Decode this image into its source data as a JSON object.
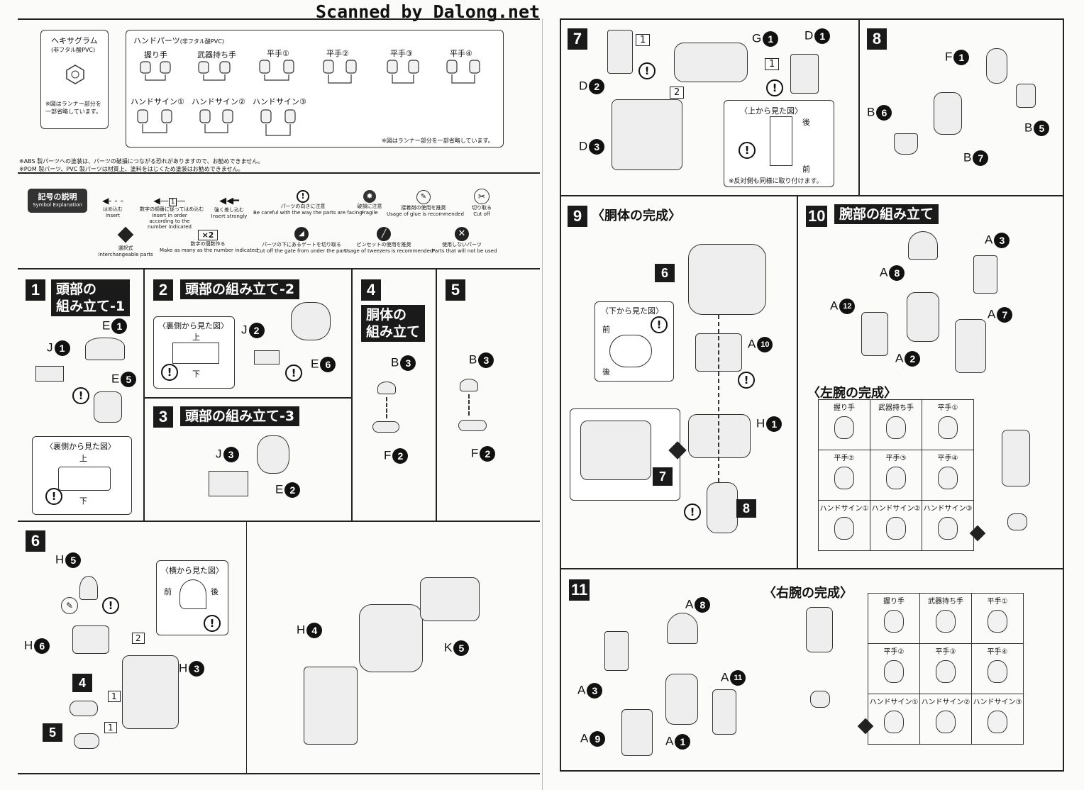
{
  "header": {
    "watermark": "Scanned by Dalong.net"
  },
  "hexagram": {
    "title": "ヘキサグラム",
    "material": "(非フタル酸PVC)",
    "note": "※図はランナー部分を一部省略しています。"
  },
  "hand_parts": {
    "title": "ハンドパーツ",
    "material": "(非フタル酸PVC)",
    "row1": [
      "握り手",
      "武器持ち手",
      "平手①",
      "平手②",
      "平手③",
      "平手④"
    ],
    "row2": [
      "ハンドサイン①",
      "ハンドサイン②",
      "ハンドサイン③"
    ],
    "note": "※図はランナー部分を一部省略しています。"
  },
  "cautions": [
    "※ABS 製パーツへの塗装は、パーツの破損につながる恐れがありますので、お勧めできません。",
    "※POM 製パーツ、PVC 製パーツは材質上、塗料をはじくため塗装はお勧めできません。"
  ],
  "symbols": {
    "badge_jp": "記号の説明",
    "badge_en": "Symbol Explanation",
    "row1": [
      {
        "jp": "はめ込む",
        "en": "Insert"
      },
      {
        "jp": "数字の順番に従ってはめ込む",
        "en": "Insert in order according to the number indicated"
      },
      {
        "jp": "強く差し込む",
        "en": "Insert strongly"
      },
      {
        "jp": "パーツの向きに注意",
        "en": "Be careful with the way the parts are facing"
      },
      {
        "jp": "破損に注意",
        "en": "Fragile"
      },
      {
        "jp": "接着剤の使用を推奨",
        "en": "Usage of glue is recommended"
      },
      {
        "jp": "切り取る",
        "en": "Cut off"
      }
    ],
    "row2": [
      {
        "jp": "選択式",
        "en": "Interchangeable parts"
      },
      {
        "jp": "数字の個数作る",
        "en": "Make as many as the number indicated",
        "mark": "×2"
      },
      {
        "jp": "パーツの下にあるゲートを切り取る",
        "en": "Cut off the gate from under the part"
      },
      {
        "jp": "ピンセットの使用を推奨",
        "en": "Usage of tweezers is recommended"
      },
      {
        "jp": "使用しないパーツ",
        "en": "Parts that will not be used"
      }
    ]
  },
  "steps": {
    "s1": {
      "num": "1",
      "title": "頭部の\n組み立て-1",
      "labels": [
        "E",
        "J",
        "E"
      ],
      "nums": [
        "1",
        "1",
        "5"
      ],
      "view": "〈裏側から見た図〉",
      "up": "上",
      "down": "下"
    },
    "s2": {
      "num": "2",
      "title": "頭部の組み立て-2",
      "view": "〈裏側から見た図〉",
      "up": "上",
      "down": "下",
      "labels": [
        "J",
        "E"
      ],
      "nums": [
        "2",
        "6"
      ]
    },
    "s3": {
      "num": "3",
      "title": "頭部の組み立て-3",
      "labels": [
        "J",
        "E"
      ],
      "nums": [
        "3",
        "2"
      ]
    },
    "s4": {
      "num": "4",
      "title": "胴体の\n組み立て",
      "labels": [
        "B",
        "F"
      ],
      "nums": [
        "3",
        "2"
      ]
    },
    "s5": {
      "num": "5",
      "labels": [
        "B",
        "F"
      ],
      "nums": [
        "3",
        "2"
      ]
    },
    "s6": {
      "num": "6",
      "view": "〈横から見た図〉",
      "front": "前",
      "back": "後",
      "labels": [
        "H",
        "H",
        "H",
        "H",
        "K"
      ],
      "nums": [
        "5",
        "6",
        "3",
        "4",
        "5"
      ],
      "sub4": "4",
      "sub5": "5",
      "seq": [
        "2",
        "1",
        "1"
      ]
    },
    "s7": {
      "num": "7",
      "labels": [
        "G",
        "D",
        "D",
        "D"
      ],
      "nums": [
        "1",
        "1",
        "2",
        "3"
      ],
      "seq": [
        "1",
        "1",
        "2"
      ],
      "view": "〈上から見た図〉",
      "back": "後",
      "front": "前",
      "note": "※反対側も同様に取り付けます。"
    },
    "s8": {
      "num": "8",
      "labels": [
        "F",
        "B",
        "B",
        "B"
      ],
      "nums": [
        "1",
        "6",
        "5",
        "7"
      ]
    },
    "s9": {
      "num": "9",
      "title": "〈胴体の完成〉",
      "view": "〈下から見た図〉",
      "front": "前",
      "back": "後",
      "labels": [
        "A",
        "H"
      ],
      "nums": [
        "10",
        "1"
      ],
      "ref6": "6",
      "ref7": "7",
      "ref8": "8"
    },
    "s10": {
      "num": "10",
      "title": "腕部の組み立て",
      "labels": [
        "A",
        "A",
        "A",
        "A",
        "A"
      ],
      "nums": [
        "3",
        "8",
        "12",
        "7",
        "2"
      ],
      "left_arm": "〈左腕の完成〉",
      "hands": [
        "握り手",
        "武器持ち手",
        "平手①",
        "平手②",
        "平手③",
        "平手④",
        "ハンドサイン①",
        "ハンドサイン②",
        "ハンドサイン③"
      ]
    },
    "s11": {
      "num": "11",
      "labels": [
        "A",
        "A",
        "A",
        "A",
        "A"
      ],
      "nums": [
        "8",
        "3",
        "11",
        "9",
        "1"
      ],
      "right_arm": "〈右腕の完成〉",
      "hands": [
        "握り手",
        "武器持ち手",
        "平手①",
        "平手②",
        "平手③",
        "平手④",
        "ハンドサイン①",
        "ハンドサイン②",
        "ハンドサイン③"
      ]
    }
  }
}
